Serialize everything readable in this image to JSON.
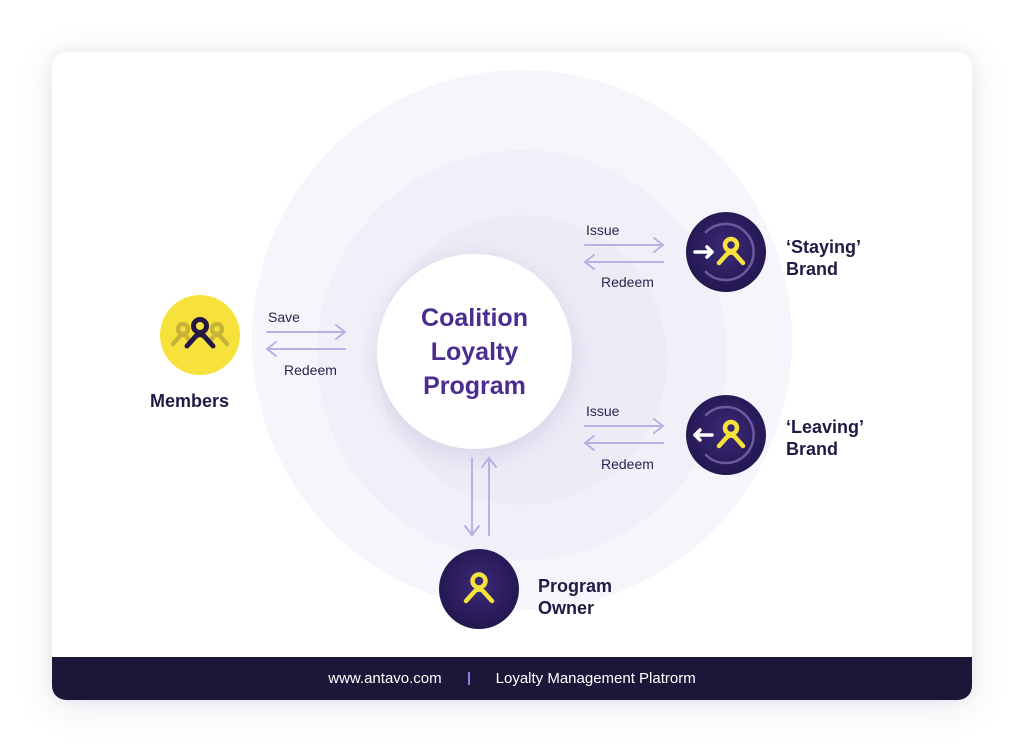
{
  "center": {
    "title_line1": "Coalition",
    "title_line2": "Loyalty",
    "title_line3": "Program"
  },
  "nodes": {
    "members": {
      "label": "Members",
      "icon": "group-icon",
      "color": "#f7e23c"
    },
    "staying_brand": {
      "label_line1": "‘Staying’",
      "label_line2": "Brand",
      "icon": "user-arrow-in-icon"
    },
    "leaving_brand": {
      "label_line1": "‘Leaving’",
      "label_line2": "Brand",
      "icon": "user-arrow-out-icon"
    },
    "program_owner": {
      "label_line1": "Program",
      "label_line2": "Owner",
      "icon": "user-icon"
    }
  },
  "flows": {
    "members_save": "Save",
    "members_redeem": "Redeem",
    "staying_issue": "Issue",
    "staying_redeem": "Redeem",
    "leaving_issue": "Issue",
    "leaving_redeem": "Redeem"
  },
  "footer": {
    "website": "www.antavo.com",
    "tagline": "Loyalty Management Platrorm"
  },
  "colors": {
    "accent_purple": "#4b2d91",
    "dark_navy": "#1e1639",
    "yellow": "#f7e23c",
    "arrow_lavender": "#b9b0e6"
  }
}
